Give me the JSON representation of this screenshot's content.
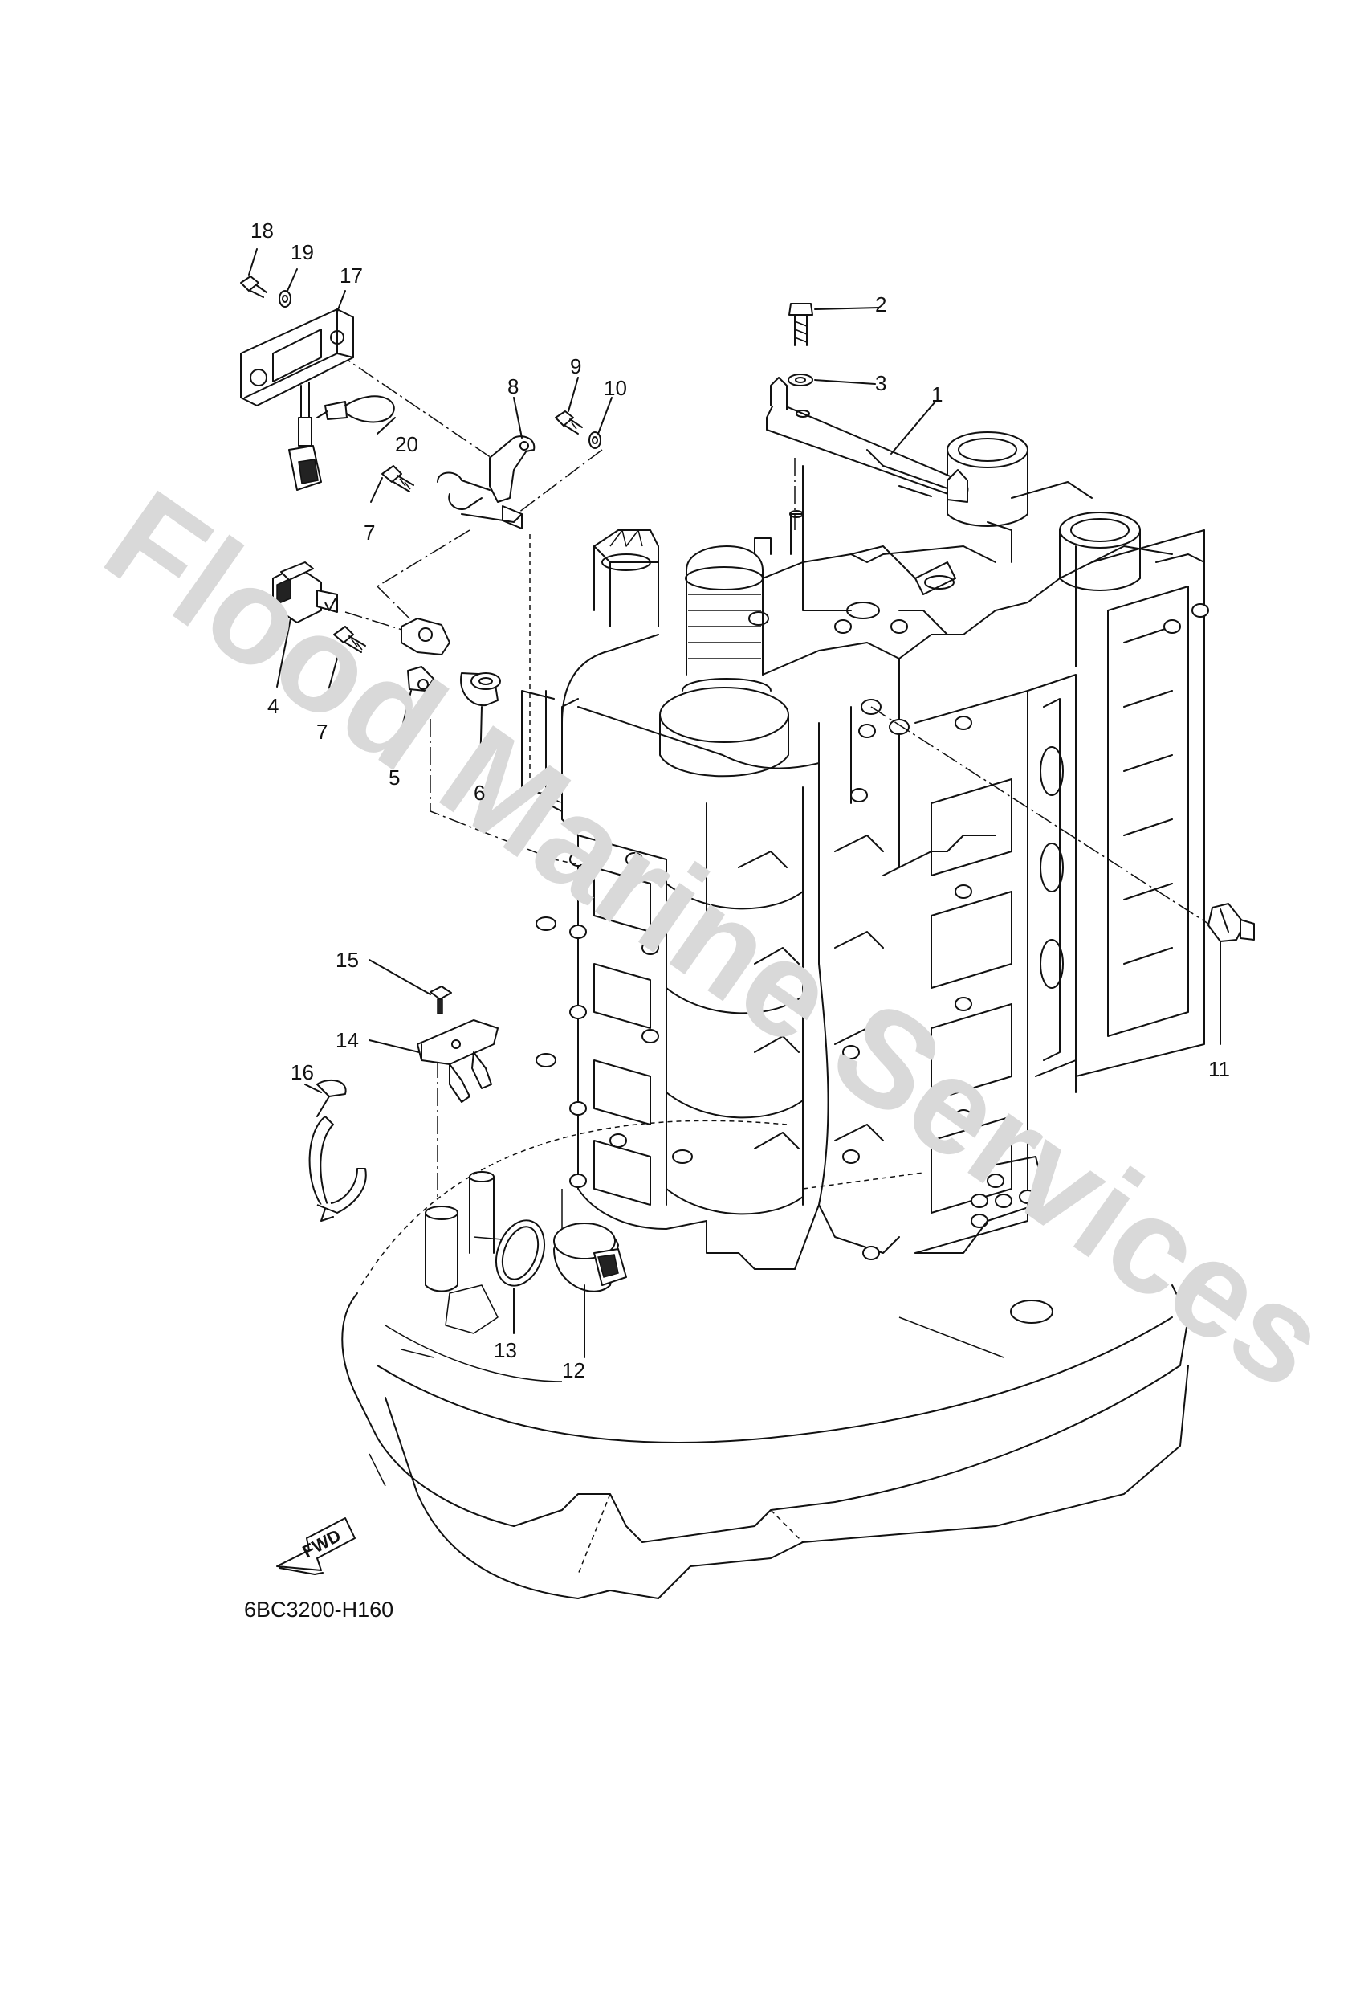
{
  "diagram": {
    "part_number_code": "6BC3200-H160",
    "watermark": "Flood Marine Services",
    "direction_label": "FWD",
    "callouts": [
      {
        "id": "1",
        "label": "1"
      },
      {
        "id": "2",
        "label": "2"
      },
      {
        "id": "3",
        "label": "3"
      },
      {
        "id": "4",
        "label": "4"
      },
      {
        "id": "5",
        "label": "5"
      },
      {
        "id": "6",
        "label": "6"
      },
      {
        "id": "7a",
        "label": "7"
      },
      {
        "id": "7b",
        "label": "7"
      },
      {
        "id": "8",
        "label": "8"
      },
      {
        "id": "9",
        "label": "9"
      },
      {
        "id": "10",
        "label": "10"
      },
      {
        "id": "11",
        "label": "11"
      },
      {
        "id": "12",
        "label": "12"
      },
      {
        "id": "13",
        "label": "13"
      },
      {
        "id": "14",
        "label": "14"
      },
      {
        "id": "15",
        "label": "15"
      },
      {
        "id": "16",
        "label": "16"
      },
      {
        "id": "17",
        "label": "17"
      },
      {
        "id": "18",
        "label": "18"
      },
      {
        "id": "19",
        "label": "19"
      },
      {
        "id": "20",
        "label": "20"
      }
    ]
  }
}
